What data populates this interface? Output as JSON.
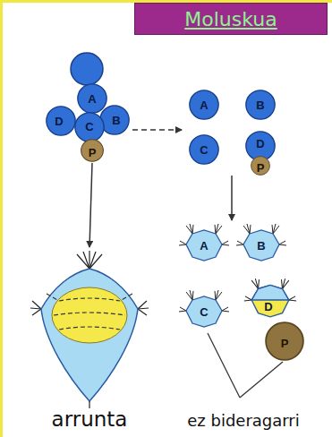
{
  "diagram": {
    "title": "Moluskua",
    "nodes": [
      {
        "text": [
          "A"
        ]
      },
      {
        "text": [
          "B"
        ]
      },
      {
        "text": [
          "C"
        ]
      },
      {
        "text": [
          "D"
        ]
      },
      {
        "text": [
          "P"
        ]
      },
      {
        "text": [
          "A"
        ]
      },
      {
        "text": [
          "B"
        ]
      },
      {
        "text": [
          "C"
        ]
      },
      {
        "text": [
          "D"
        ]
      },
      {
        "text": [
          "P"
        ]
      },
      {
        "text": [
          "A"
        ]
      },
      {
        "text": [
          "B"
        ]
      },
      {
        "text": [
          "C"
        ]
      },
      {
        "text": [
          "D"
        ]
      },
      {
        "text": [
          "P"
        ]
      }
    ],
    "labels": [
      "arrunta",
      "ez bideragarri"
    ]
  }
}
